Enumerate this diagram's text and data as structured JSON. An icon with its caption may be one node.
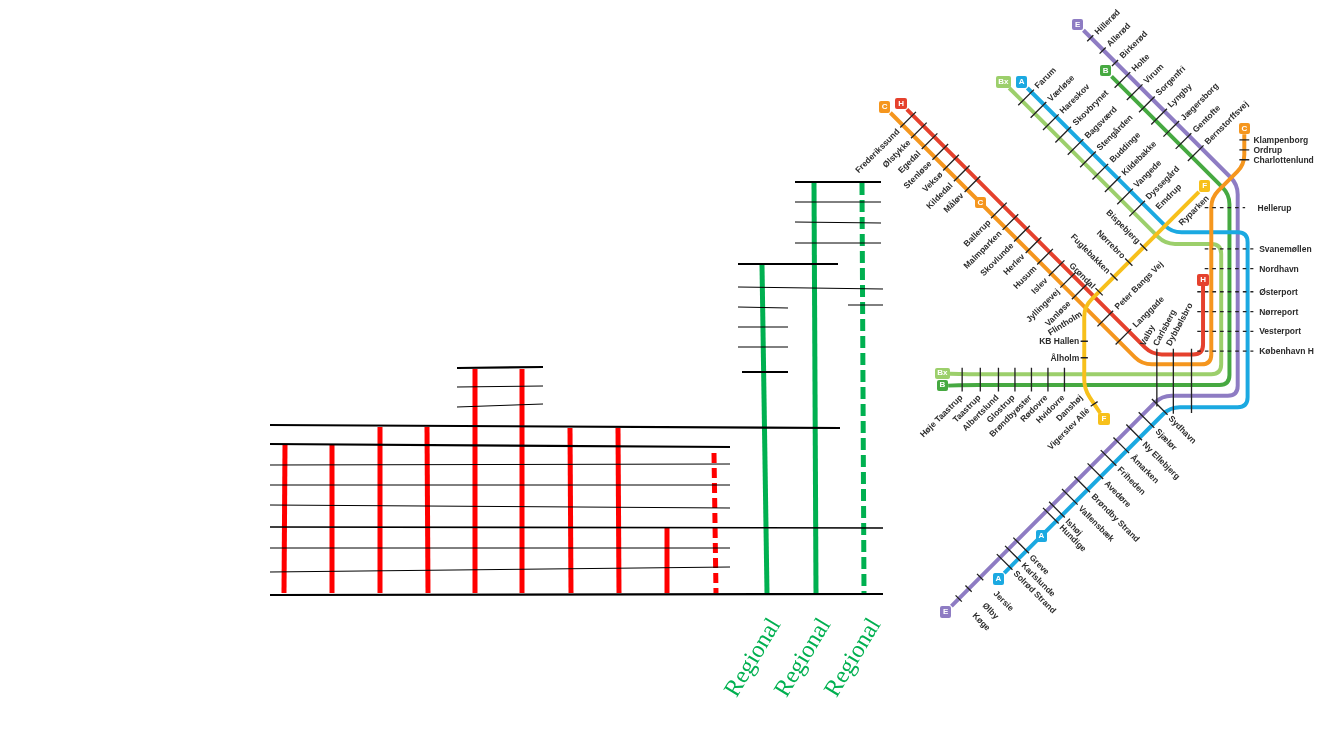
{
  "diagram": {
    "nodes": [
      {
        "text": [
          "E"
        ]
      },
      {
        "text": [
          "B"
        ]
      },
      {
        "text": [
          "A"
        ]
      },
      {
        "text": [
          "Bx"
        ]
      },
      {
        "text": [
          "H"
        ]
      },
      {
        "text": [
          "C"
        ]
      },
      {
        "text": [
          "C"
        ]
      },
      {
        "text": [
          "F"
        ]
      },
      {
        "text": [
          "C"
        ]
      },
      {
        "text": [
          "H"
        ]
      },
      {
        "text": [
          "Bx"
        ]
      },
      {
        "text": [
          "B"
        ]
      },
      {
        "text": [
          "F"
        ]
      },
      {
        "text": [
          "A"
        ]
      },
      {
        "text": [
          "A"
        ]
      },
      {
        "text": [
          "E"
        ]
      }
    ],
    "edges": [
      {
        "from": 0,
        "to": 15,
        "arrow": "none",
        "color": "#8e7cc3"
      },
      {
        "from": 1,
        "to": 11,
        "arrow": "none",
        "color": "#46a941"
      },
      {
        "from": 2,
        "to": 14,
        "arrow": "none",
        "color": "#1ba9e1"
      },
      {
        "from": 3,
        "to": 10,
        "arrow": "none",
        "color": "#9ccf6b"
      },
      {
        "from": 4,
        "to": 9,
        "arrow": "none",
        "color": "#e5412d"
      },
      {
        "from": 5,
        "to": 6,
        "arrow": "none",
        "color": "#f5961e"
      },
      {
        "from": 7,
        "to": 12,
        "arrow": "none",
        "color": "#f7c01b"
      }
    ],
    "labels": [
      "Hillerød",
      "Allerød",
      "Birkerød",
      "Holte",
      "Virum",
      "Sorgenfri",
      "Lyngby",
      "Jægersborg",
      "Gentofte",
      "Bernstorffsvej",
      "Farum",
      "Værløse",
      "Hareskov",
      "Skovbrynet",
      "Bagsværd",
      "Stengården",
      "Buddinge",
      "Kildebakke",
      "Vangede",
      "Dyssegård",
      "Emdrup",
      "Ryparken",
      "Frederikssund",
      "Ølstykke",
      "Egedal",
      "Stenløse",
      "Veksø",
      "Kildedal",
      "Måløv",
      "Ballerup",
      "Malmparken",
      "Skovlunde",
      "Herlev",
      "Husum",
      "Islev",
      "Jyllingevej",
      "Vanløse",
      "Flintholm",
      "Klampenborg",
      "Ordrup",
      "Charlottenlund",
      "Hellerup",
      "Svanemøllen",
      "Nordhavn",
      "Østerport",
      "Nørreport",
      "Vesterport",
      "København H",
      "Bispebjerg",
      "Nørrebro",
      "Fuglebakken",
      "Grøndal",
      "Peter Bangs Vej",
      "Langgade",
      "Valby",
      "Carlsberg",
      "Dybbølsbro",
      "KB Hallen",
      "Ålholm",
      "Høje Taastrup",
      "Taastrup",
      "Albertslund",
      "Glostrup",
      "Brøndbyøster",
      "Rødovre",
      "Hvidovre",
      "Danshøj",
      "Vigerslev Allé",
      "Sydhavn",
      "Sjælør",
      "Ny Ellebjerg",
      "Åmarken",
      "Friheden",
      "Avedøre",
      "Brøndby Strand",
      "Vallensbæk",
      "Ishøj",
      "Hundige",
      "Greve",
      "Karlslunde",
      "Solrød Strand",
      "Jersie",
      "Ølby",
      "Køge",
      "Regional",
      "Regional",
      "Regional"
    ]
  }
}
